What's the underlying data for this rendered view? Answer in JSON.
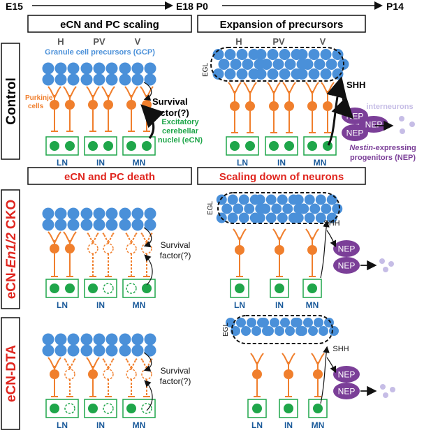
{
  "timeline": {
    "e15": "E15",
    "e18p0": "E18 P0",
    "p14": "P14"
  },
  "panels": {
    "top_left_title": "eCN and PC scaling",
    "top_right_title": "Expansion of precursors",
    "mid_left_title": "eCN and PC death",
    "mid_right_title": "Scaling down of neurons"
  },
  "rows": {
    "control": "Control",
    "cko_prefix": "eCN-",
    "cko_gene": "En1/2",
    "cko_suffix": " CKO",
    "dta": "eCN-DTA"
  },
  "labels": {
    "h": "H",
    "pv": "PV",
    "v": "V",
    "gcp": "Granule cell precursors (GCP)",
    "purkinje_1": "Purkinje",
    "purkinje_2": "cells",
    "ecn_1": "Excitatory",
    "ecn_2": "cerebellar",
    "ecn_3": "nuclei (eCN)",
    "survival_1": "Survival",
    "survival_2": "factor(?)",
    "egl": "EGL",
    "shh": "SHH",
    "nep": "NEP",
    "interneurons": "interneurons",
    "nestin_1_italic": "Nestin",
    "nestin_1_rest": "-expressing",
    "nestin_2": "progenitors (NEP)",
    "ln": "LN",
    "in": "IN",
    "mn": "MN"
  },
  "colors": {
    "gcp_blue": "#4a90d9",
    "purkinje_orange": "#f07f2d",
    "ecn_green": "#1fa64a",
    "nep_purple": "#7b3f98",
    "row_red": "#e0261f",
    "light_purple": "#c6bde6"
  }
}
